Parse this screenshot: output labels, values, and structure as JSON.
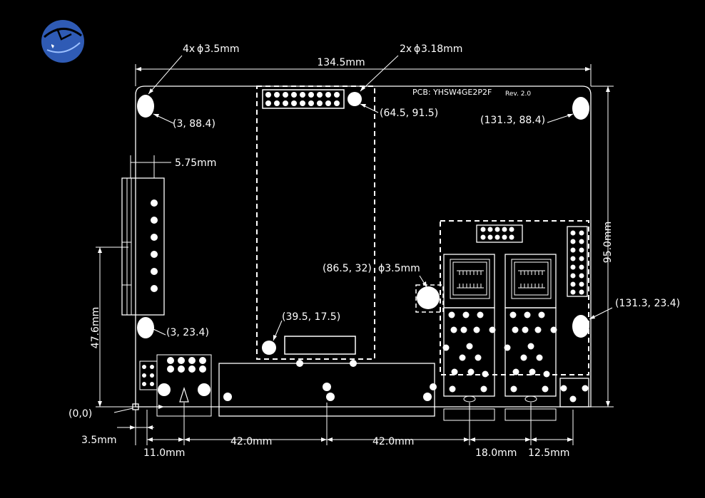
{
  "pcb": {
    "name": "PCB: YHSW4GE2P2F",
    "revision": "Rev. 2.0"
  },
  "dimensions": {
    "width": "134.5mm",
    "height": "95.0mm",
    "left_offset": "47.6mm",
    "conn_pitch": "5.75mm",
    "origin_gap": "3.5mm",
    "b1": "11.0mm",
    "b2": "42.0mm",
    "b3": "42.0mm",
    "b4": "18.0mm",
    "b5": "12.5mm"
  },
  "holes": {
    "label_4x": "4x",
    "dia_35": "3.5mm",
    "label_2x": "2x",
    "dia_318": "3.18mm",
    "phi": "ϕ",
    "coords": {
      "tl": "(3, 88.4)",
      "top": "(64.5, 91.5)",
      "tr": "(131.3, 88.4)",
      "mid": "(86.5, 32)",
      "mid_dia": "ϕ3.5mm",
      "bl": "(3, 23.4)",
      "lower": "(39.5, 17.5)",
      "r": "(131.3, 23.4)",
      "origin": "(0,0)"
    }
  },
  "colors": {
    "background": "#000000",
    "line": "#ffffff",
    "logo_blue": "#2f5bb5"
  },
  "icons": {
    "logo": "globe-swoosh-logo"
  }
}
